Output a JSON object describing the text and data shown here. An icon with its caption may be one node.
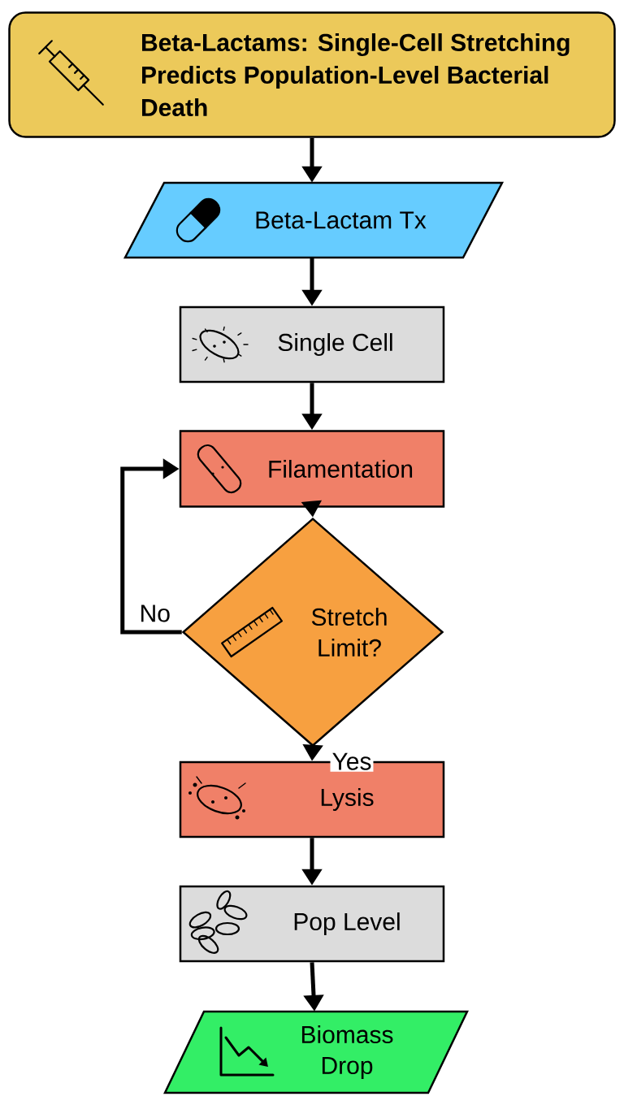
{
  "diagram": {
    "nodes": [
      {
        "text": [
          "Beta-Lactams: Single-Cell Stretching Predicts Population-Level Bacterial Death"
        ]
      },
      {
        "text": [
          "Beta-Lactam Tx"
        ]
      },
      {
        "text": [
          "Single Cell"
        ]
      },
      {
        "text": [
          "Filamentation"
        ]
      },
      {
        "text": [
          "Stretch Limit?"
        ]
      },
      {
        "text": [
          "Lysis"
        ]
      },
      {
        "text": [
          "Pop Level"
        ]
      },
      {
        "text": [
          "Biomass Drop"
        ]
      }
    ],
    "edges": [
      {
        "from": 0,
        "to": 1,
        "arrow": "to"
      },
      {
        "from": 1,
        "to": 2,
        "arrow": "to"
      },
      {
        "from": 2,
        "to": 3,
        "arrow": "to"
      },
      {
        "from": 3,
        "to": 4,
        "arrow": "to"
      },
      {
        "from": 4,
        "to": 3,
        "arrow": "to",
        "label": "No"
      },
      {
        "from": 4,
        "to": 5,
        "arrow": "to",
        "label": "Yes"
      },
      {
        "from": 5,
        "to": 6,
        "arrow": "to"
      },
      {
        "from": 6,
        "to": 7,
        "arrow": "to"
      }
    ]
  }
}
